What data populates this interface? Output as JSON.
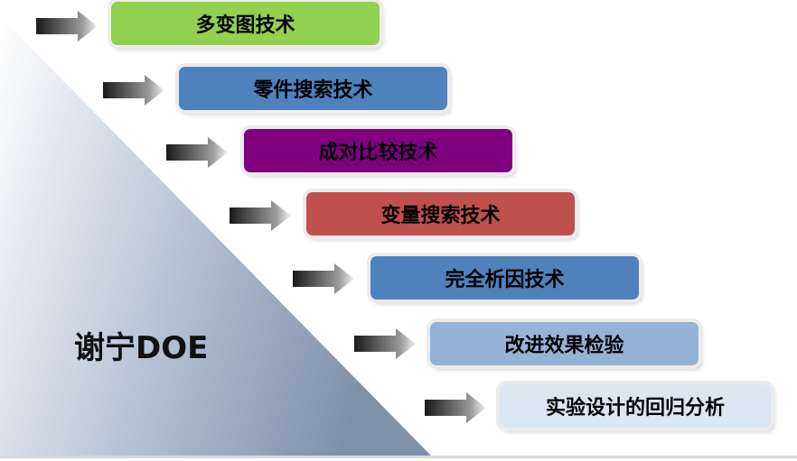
{
  "title": "谢宁DOE",
  "steps": [
    {
      "label": "多变图技术",
      "color": "#92d050",
      "text_color": "#000000"
    },
    {
      "label": "零件搜索技术",
      "color": "#4f81bd",
      "text_color": "#000000"
    },
    {
      "label": "成对比较技术",
      "color": "#800080",
      "text_color": "#000000"
    },
    {
      "label": "变量搜索技术",
      "color": "#c0504d",
      "text_color": "#000000"
    },
    {
      "label": "完全析因技术",
      "color": "#4f81bd",
      "text_color": "#000000"
    },
    {
      "label": "改进效果检验",
      "color": "#95b3d7",
      "text_color": "#000000"
    },
    {
      "label": "实验设计的回归分析",
      "color": "#dce6f2",
      "text_color": "#000000"
    }
  ]
}
